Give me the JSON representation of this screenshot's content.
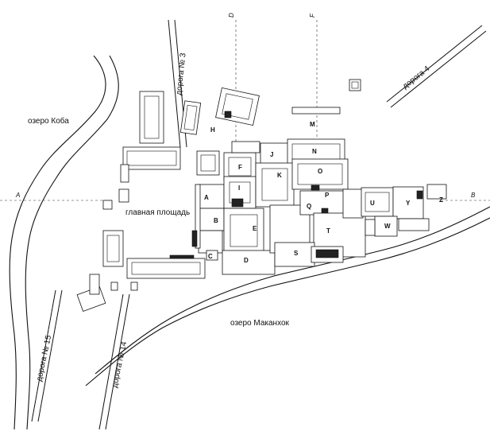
{
  "map": {
    "lakes": {
      "koba": "озеро Коба",
      "makanhok": "озеро Маканхок"
    },
    "square": "главная площадь",
    "roads": {
      "r3": "дорога № 3",
      "r4": "дорога 4",
      "r14": "дорога № 14",
      "r15": "дорога № 15"
    },
    "axes": {
      "A": "A",
      "B": "B",
      "D": "D",
      "F": "F"
    },
    "zones": {
      "A": "A",
      "B": "B",
      "C": "C",
      "D": "D",
      "E": "E",
      "F": "F",
      "H": "H",
      "I": "I",
      "J": "J",
      "K": "K",
      "M": "M",
      "N": "N",
      "O": "O",
      "P": "P",
      "Q": "Q",
      "S": "S",
      "T": "T",
      "U": "U",
      "W": "W",
      "Y": "Y",
      "Z": "Z"
    }
  }
}
